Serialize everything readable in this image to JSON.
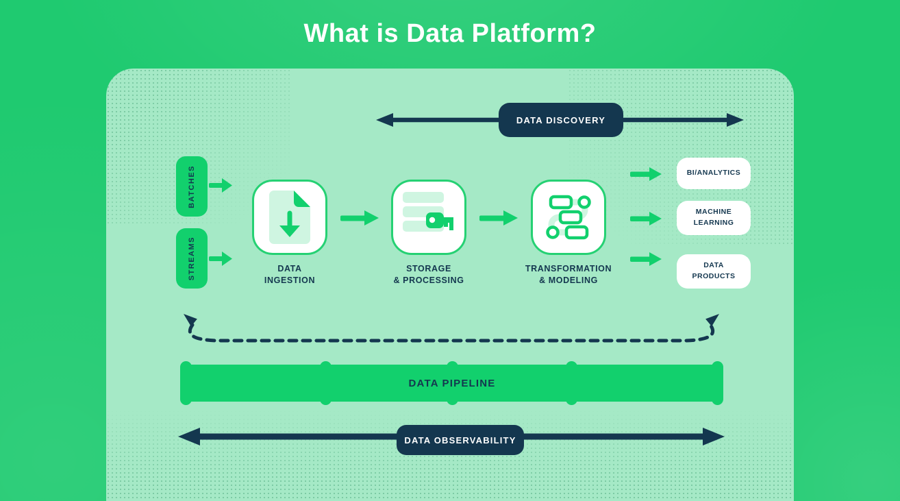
{
  "title": "What is Data Platform?",
  "colors": {
    "background_green": "#1fca70",
    "panel_green": "#a5e9c6",
    "accent_green": "#12d06d",
    "pale_green": "#cff5e1",
    "navy": "#14374f",
    "white": "#ffffff"
  },
  "discovery": {
    "label": "DATA DISCOVERY"
  },
  "sources": [
    {
      "label": "BATCHES"
    },
    {
      "label": "STREAMS"
    }
  ],
  "stages": [
    {
      "icon": "document-download-icon",
      "line1": "DATA",
      "line2": "INGESTION"
    },
    {
      "icon": "database-key-icon",
      "line1": "STORAGE",
      "line2": "& PROCESSING"
    },
    {
      "icon": "workflow-icon",
      "line1": "TRANSFORMATION",
      "line2": "& MODELING"
    }
  ],
  "outputs": [
    {
      "label": "BI/ANALYTICS"
    },
    {
      "label": "MACHINE LEARNING"
    },
    {
      "label": "DATA PRODUCTS"
    }
  ],
  "pipeline": {
    "label": "DATA PIPELINE"
  },
  "observability": {
    "label": "DATA OBSERVABILITY"
  }
}
